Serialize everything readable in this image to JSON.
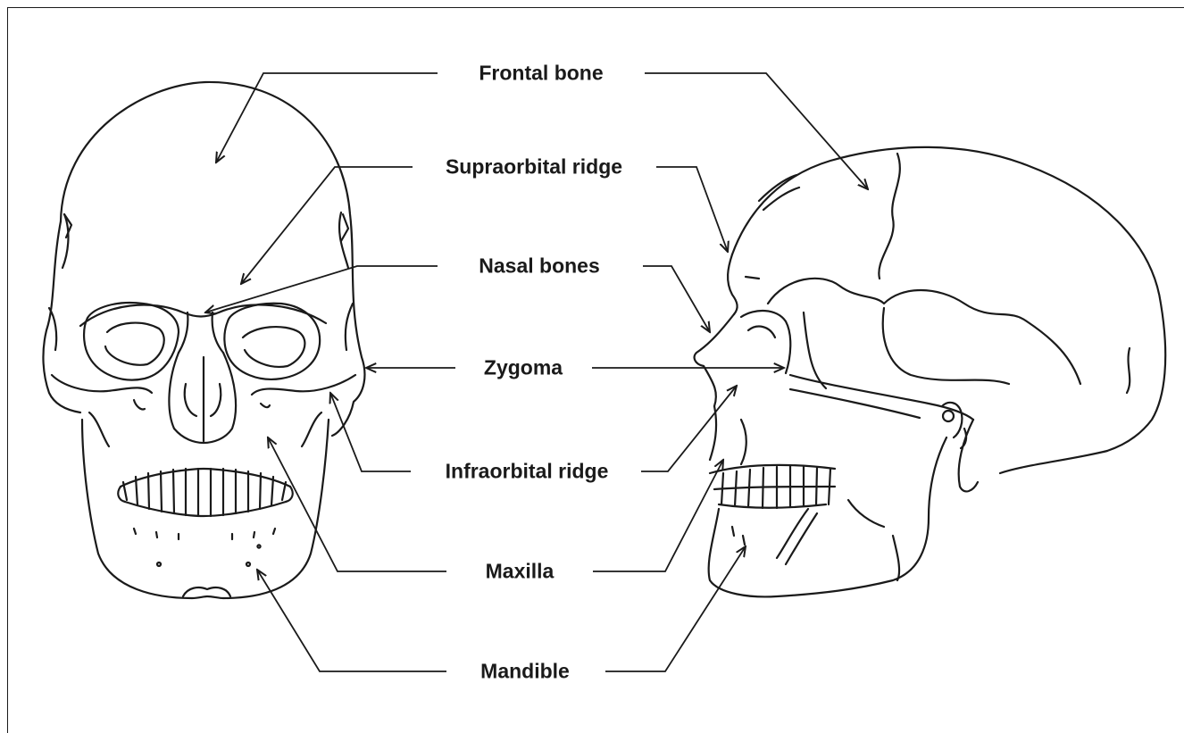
{
  "figure": {
    "labels": {
      "frontal_bone": "Frontal bone",
      "supraorbital_ridge": "Supraorbital ridge",
      "nasal_bones": "Nasal bones",
      "zygoma": "Zygoma",
      "infraorbital_ridge": "Infraorbital ridge",
      "maxilla": "Maxilla",
      "mandible": "Mandible"
    },
    "line_color": "#1a1a1a",
    "background_color": "#ffffff"
  }
}
